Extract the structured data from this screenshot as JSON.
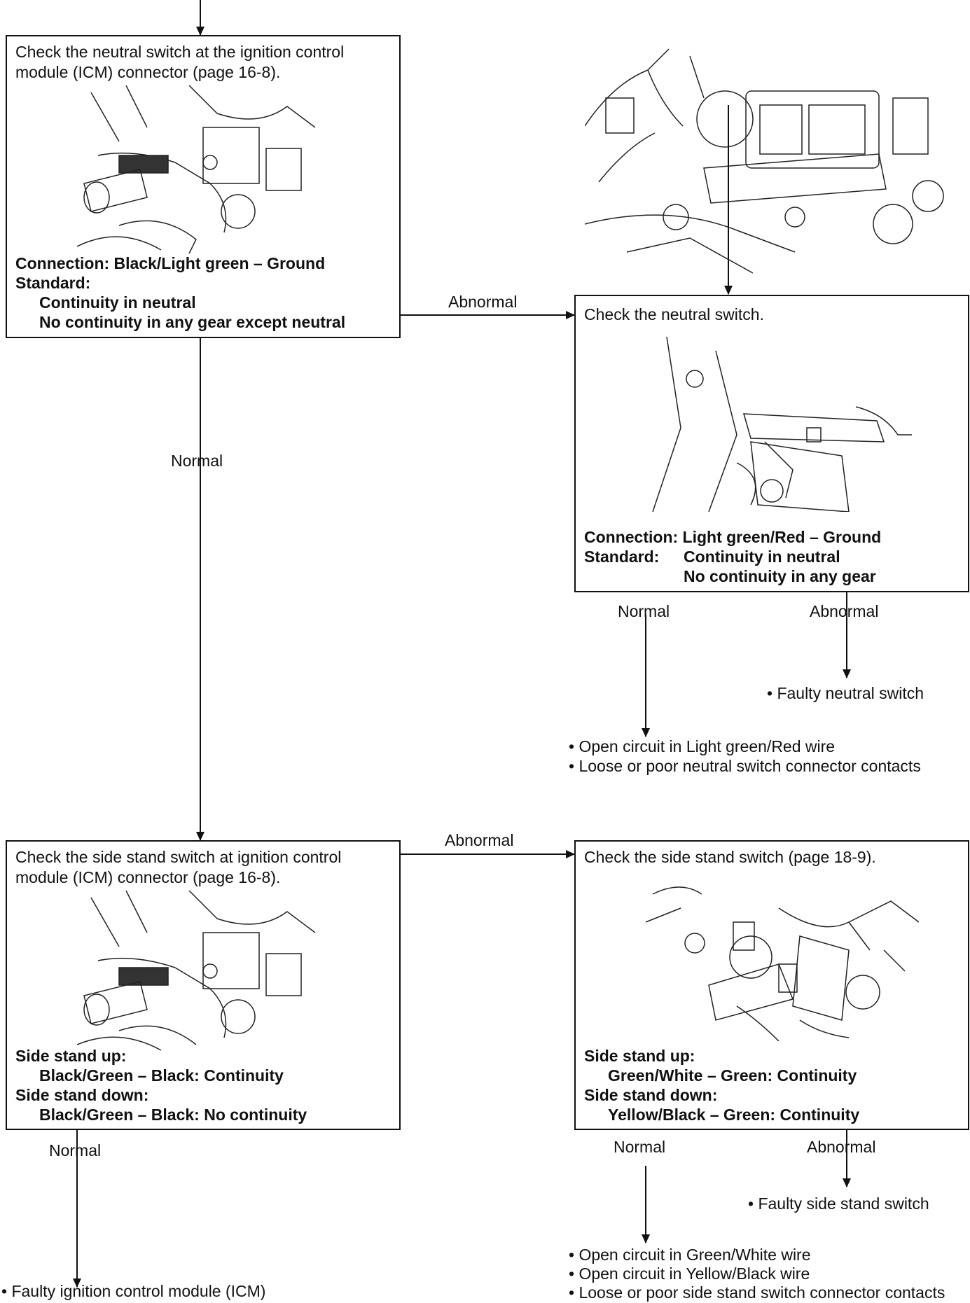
{
  "box1": {
    "title": "Check the neutral switch at the ignition control module (ICM) connector (page 16-8).",
    "spec": [
      "Connection: Black/Light green – Ground",
      "Standard:",
      "Continuity in neutral",
      "No continuity in any gear except neutral"
    ]
  },
  "box2": {
    "title": "Check the neutral switch.",
    "spec": [
      "Connection: Light green/Red – Ground",
      "Standard:",
      "Continuity in neutral",
      "No continuity in any gear"
    ]
  },
  "box3": {
    "title": "Check the side stand switch at ignition control module (ICM) connector (page 16-8).",
    "spec": [
      "Side stand up:",
      "Black/Green – Black: Continuity",
      "Side stand down:",
      "Black/Green – Black: No continuity"
    ]
  },
  "box4": {
    "title": "Check the side stand switch (page 18-9).",
    "spec": [
      "Side stand up:",
      "Green/White – Green: Continuity",
      "Side stand down:",
      "Yellow/Black – Green: Continuity"
    ]
  },
  "labels": {
    "abnormal": "Abnormal",
    "normal": "Normal"
  },
  "results": {
    "faulty_neutral": "• Faulty neutral switch",
    "neutral_open": "• Open circuit in Light green/Red wire",
    "neutral_loose": "• Loose or poor neutral switch connector contacts",
    "faulty_side": "• Faulty side stand switch",
    "side_open_gw": "• Open circuit in Green/White wire",
    "side_open_yb": "• Open circuit in Yellow/Black wire",
    "side_loose": "• Loose or poor side stand switch connector contacts",
    "faulty_icm": "• Faulty ignition control module (ICM)"
  }
}
